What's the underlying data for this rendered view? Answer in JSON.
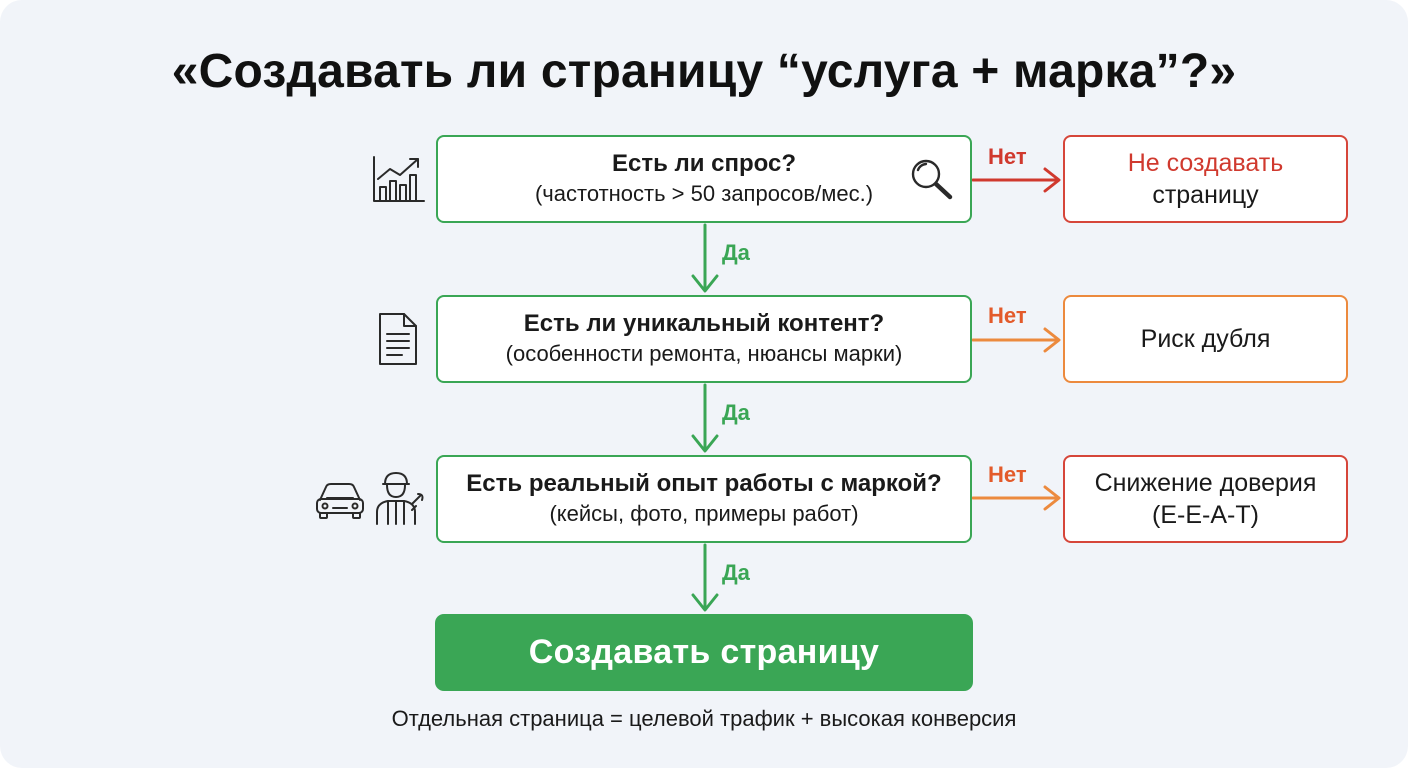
{
  "title": "«Создавать ли страницу “услуга + марка”?»",
  "steps": [
    {
      "question": "Есть ли спрос?",
      "detail": "(частотность > 50 запросов/мес.)",
      "no_label": "Нет",
      "yes_label": "Да",
      "outcome_lines": [
        "Не создавать",
        "страницу"
      ],
      "icons": [
        "chart-growth-icon",
        "search-icon"
      ]
    },
    {
      "question": "Есть ли уникальный контент?",
      "detail": "(особенности ремонта, нюансы марки)",
      "no_label": "Нет",
      "yes_label": "Да",
      "outcome_lines": [
        "Риск дубля"
      ],
      "icons": [
        "document-icon"
      ]
    },
    {
      "question": "Есть реальный опыт работы с маркой?",
      "detail": "(кейсы, фото, примеры работ)",
      "no_label": "Нет",
      "yes_label": "Да",
      "outcome_lines": [
        "Снижение доверия",
        "(E-E-A-T)"
      ],
      "icons": [
        "car-icon",
        "mechanic-icon"
      ]
    }
  ],
  "final_action": "Создавать страницу",
  "footer": "Отдельная страница = целевой трафик + высокая конверсия",
  "colors": {
    "yes": "#3aa655",
    "no_strong": "#d0392e",
    "no_medium": "#ec8a3e",
    "background": "#f1f4f9"
  }
}
